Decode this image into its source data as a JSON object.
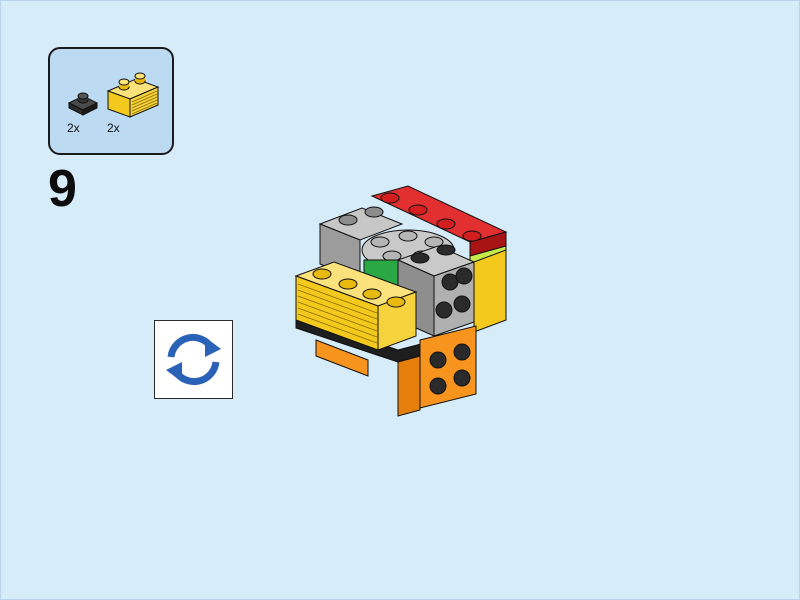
{
  "step": {
    "number": "9"
  },
  "parts_callout": {
    "items": [
      {
        "name": "plate-1x1-black",
        "quantity": "2x",
        "color": "#2a2a2a"
      },
      {
        "name": "brick-1x2-grille-yellow",
        "quantity": "2x",
        "color": "#f6d33c"
      }
    ]
  },
  "rotate_button": {
    "icon": "rotate-model-icon",
    "color": "#2a62b8"
  },
  "colors": {
    "background": "#d6ecf9",
    "callout_background": "#bcdaf2",
    "red": "#d21e1e",
    "gray": "#a3a3a3",
    "yellow": "#f6d33c",
    "orange": "#f7941d",
    "green": "#2aa844",
    "lime": "#c6e84a",
    "black": "#1e1e1e"
  }
}
